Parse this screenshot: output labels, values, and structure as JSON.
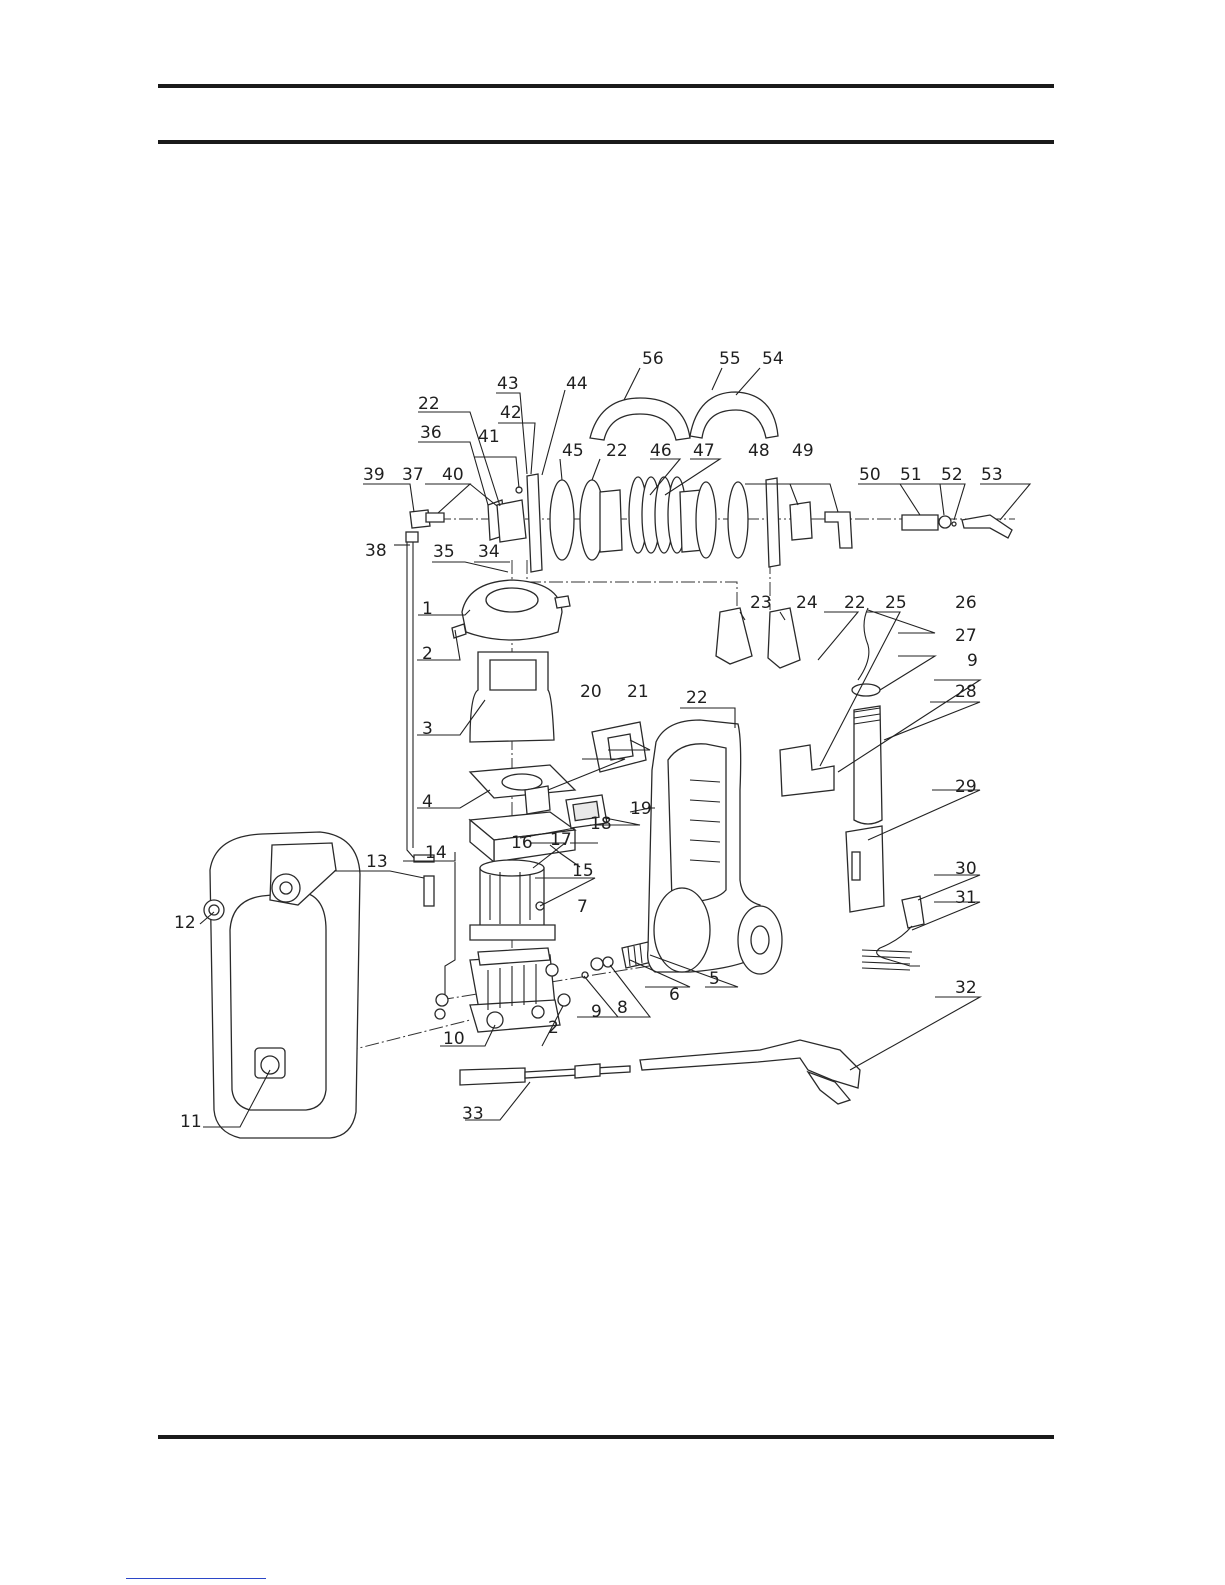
{
  "callouts": [
    "1",
    "2",
    "3",
    "4",
    "5",
    "6",
    "7",
    "8",
    "9",
    "10",
    "11",
    "12",
    "13",
    "14",
    "15",
    "16",
    "17",
    "18",
    "19",
    "20",
    "21",
    "22",
    "23",
    "24",
    "25",
    "26",
    "27",
    "28",
    "29",
    "30",
    "31",
    "32",
    "33",
    "34",
    "35",
    "36",
    "37",
    "38",
    "39",
    "40",
    "41",
    "42",
    "43",
    "44",
    "45",
    "46",
    "47",
    "48",
    "49",
    "50",
    "51",
    "52",
    "53",
    "54",
    "55",
    "56"
  ],
  "duplicate_callouts": {
    "2": "2",
    "9": "9",
    "22": "22"
  }
}
